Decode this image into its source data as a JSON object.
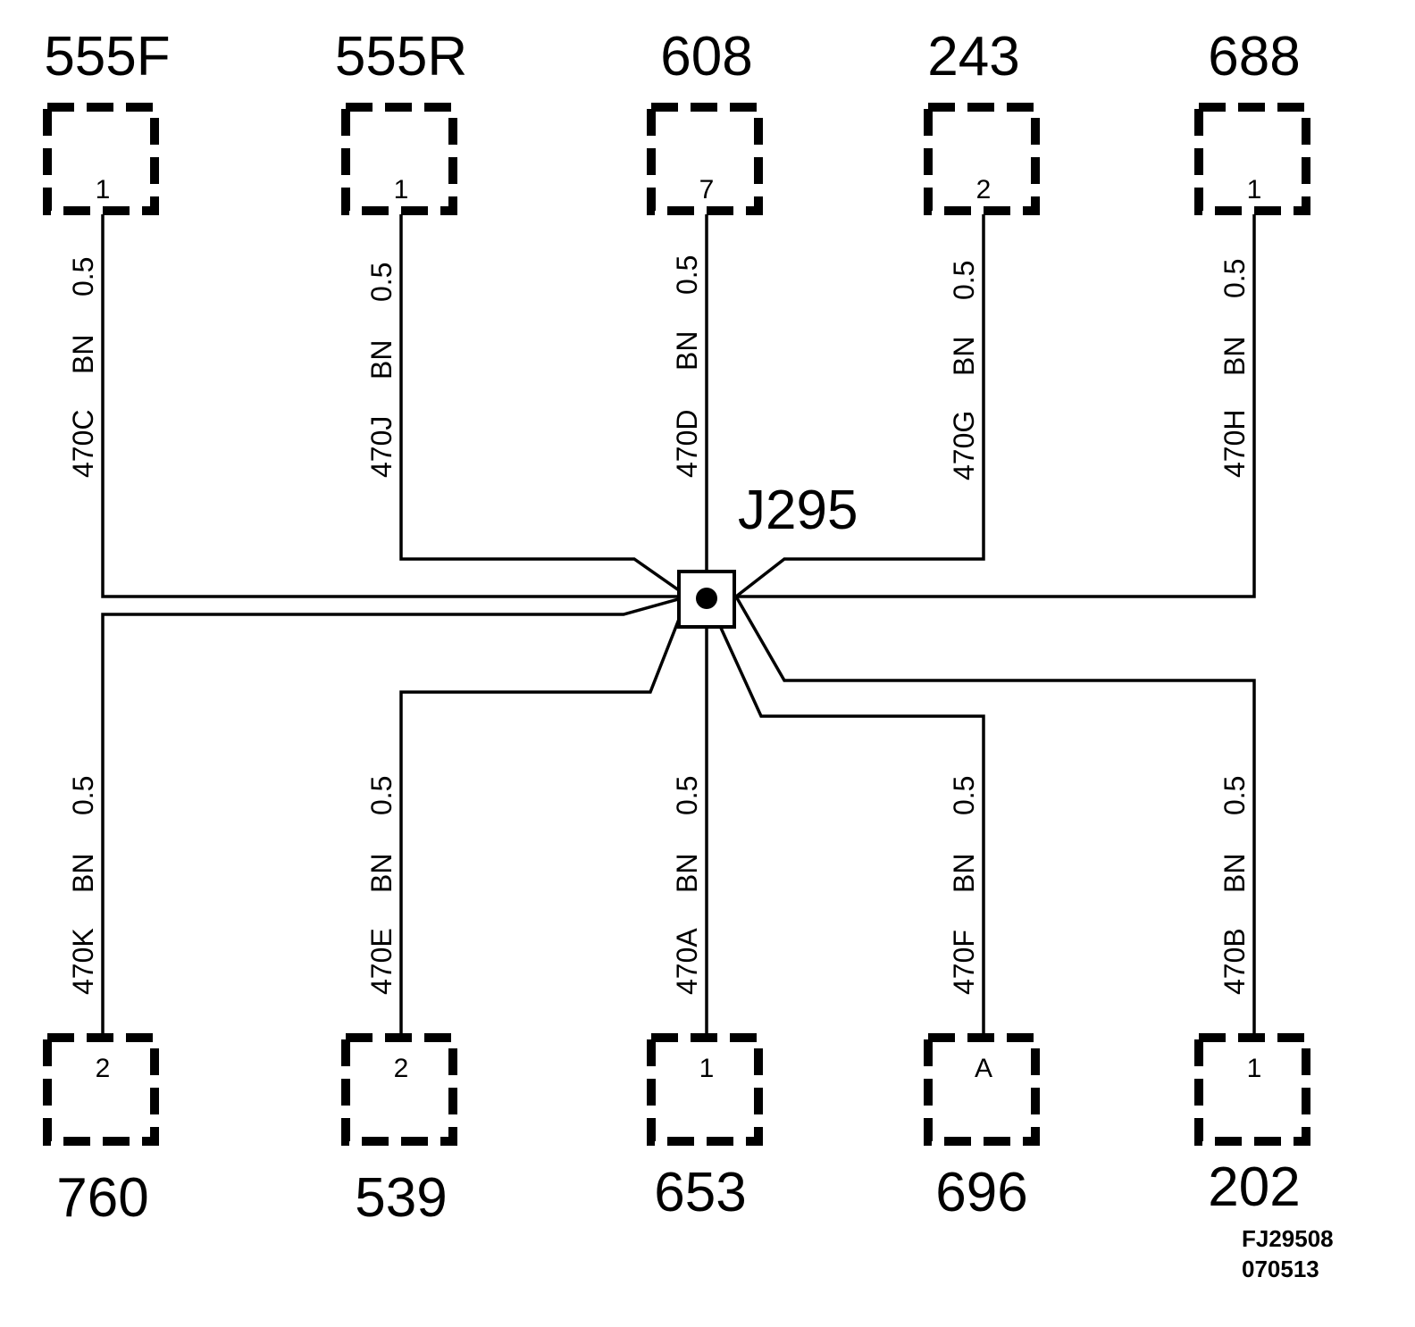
{
  "splice": {
    "label": "J295"
  },
  "top_connectors": [
    {
      "id": "555F",
      "pin": "1",
      "wire": {
        "circuit": "470C",
        "color": "BN",
        "size": "0.5"
      }
    },
    {
      "id": "555R",
      "pin": "1",
      "wire": {
        "circuit": "470J",
        "color": "BN",
        "size": "0.5"
      }
    },
    {
      "id": "608",
      "pin": "7",
      "wire": {
        "circuit": "470D",
        "color": "BN",
        "size": "0.5"
      }
    },
    {
      "id": "243",
      "pin": "2",
      "wire": {
        "circuit": "470G",
        "color": "BN",
        "size": "0.5"
      }
    },
    {
      "id": "688",
      "pin": "1",
      "wire": {
        "circuit": "470H",
        "color": "BN",
        "size": "0.5"
      }
    }
  ],
  "bottom_connectors": [
    {
      "id": "760",
      "pin": "2",
      "wire": {
        "circuit": "470K",
        "color": "BN",
        "size": "0.5"
      }
    },
    {
      "id": "539",
      "pin": "2",
      "wire": {
        "circuit": "470E",
        "color": "BN",
        "size": "0.5"
      }
    },
    {
      "id": "653",
      "pin": "1",
      "wire": {
        "circuit": "470A",
        "color": "BN",
        "size": "0.5"
      }
    },
    {
      "id": "696",
      "pin": "A",
      "wire": {
        "circuit": "470F",
        "color": "BN",
        "size": "0.5"
      }
    },
    {
      "id": "202",
      "pin": "1",
      "wire": {
        "circuit": "470B",
        "color": "BN",
        "size": "0.5"
      }
    }
  ],
  "reference": {
    "code": "FJ29508",
    "date": "070513"
  }
}
